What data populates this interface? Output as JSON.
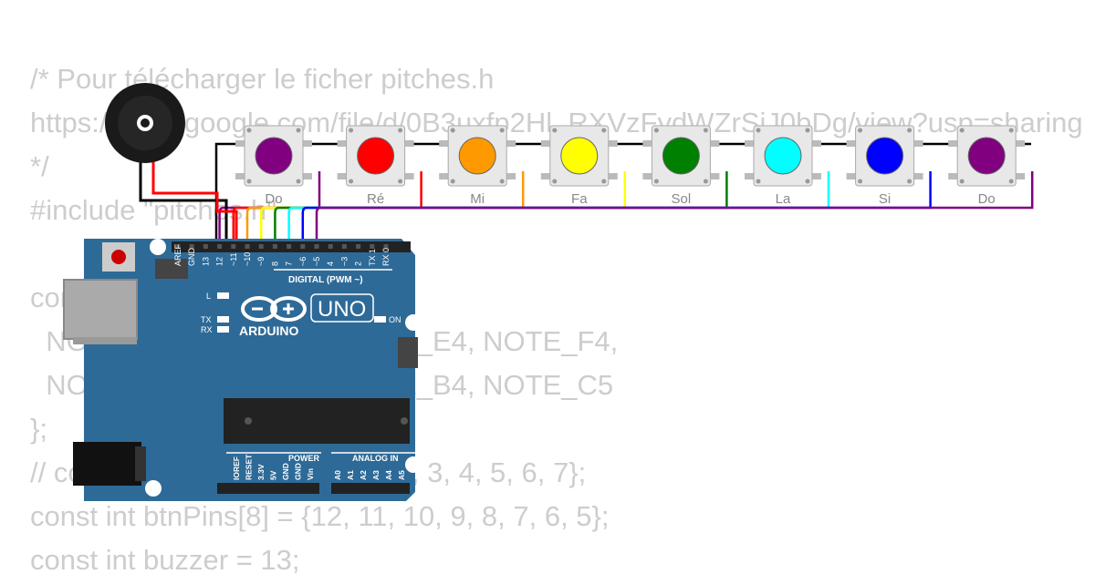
{
  "code_lines": [
    "/* Pour télécharger le ficher pitches.h",
    "https://drive.google.com/file/d/0B3uxfp2Hl_RXVzFydWZrSjJ0bDg/view?usp=sharing",
    "*/",
    "#include \"pitches.h\"",
    "",
    "const int notes[8] = {",
    "  NOTE_C4, NOTE_D4, NOTE_E4, NOTE_F4,",
    "  NOTE_G4, NOTE_A4, NOTE_B4, NOTE_C5",
    "};",
    "// const int ledPins[8] = {0, 1, 2, 3, 4, 5, 6, 7};",
    "const int btnPins[8] = {12, 11, 10, 9, 8, 7, 6, 5};",
    "const int buzzer = 13;"
  ],
  "buttons": [
    {
      "label": "Do",
      "color": "#800080"
    },
    {
      "label": "Ré",
      "color": "#ff0000"
    },
    {
      "label": "Mi",
      "color": "#ff9900"
    },
    {
      "label": "Fa",
      "color": "#ffff00"
    },
    {
      "label": "Sol",
      "color": "#008000"
    },
    {
      "label": "La",
      "color": "#00ffff"
    },
    {
      "label": "Si",
      "color": "#0000ff"
    },
    {
      "label": "Do",
      "color": "#800080"
    }
  ],
  "board": {
    "logo_text": "ARDUINO",
    "model": "UNO",
    "digital_header_label": "DIGITAL (PWM ~)",
    "digital_pins": [
      "AREF",
      "GND",
      "13",
      "12",
      "~11",
      "~10",
      "~9",
      "8",
      "7",
      "~6",
      "~5",
      "4",
      "~3",
      "2",
      "TX 1",
      "RX 0"
    ],
    "power_label": "POWER",
    "analog_label": "ANALOG IN",
    "power_pins": [
      "IOREF",
      "RESET",
      "3.3V",
      "5V",
      "GND",
      "GND",
      "Vin"
    ],
    "analog_pins": [
      "A0",
      "A1",
      "A2",
      "A3",
      "A4",
      "A5"
    ],
    "led_labels": [
      "L",
      "TX",
      "RX"
    ],
    "on_label": "ON"
  },
  "colors": {
    "board": "#2e6a97",
    "code_text": "#cdcdcd",
    "wire_black": "#000000",
    "wire_red": "#ff0000",
    "wire_orange": "#ff9900",
    "wire_yellow": "#ffff00",
    "wire_green": "#008000",
    "wire_cyan": "#00ffff",
    "wire_blue": "#0000ff",
    "wire_purple": "#800080"
  }
}
